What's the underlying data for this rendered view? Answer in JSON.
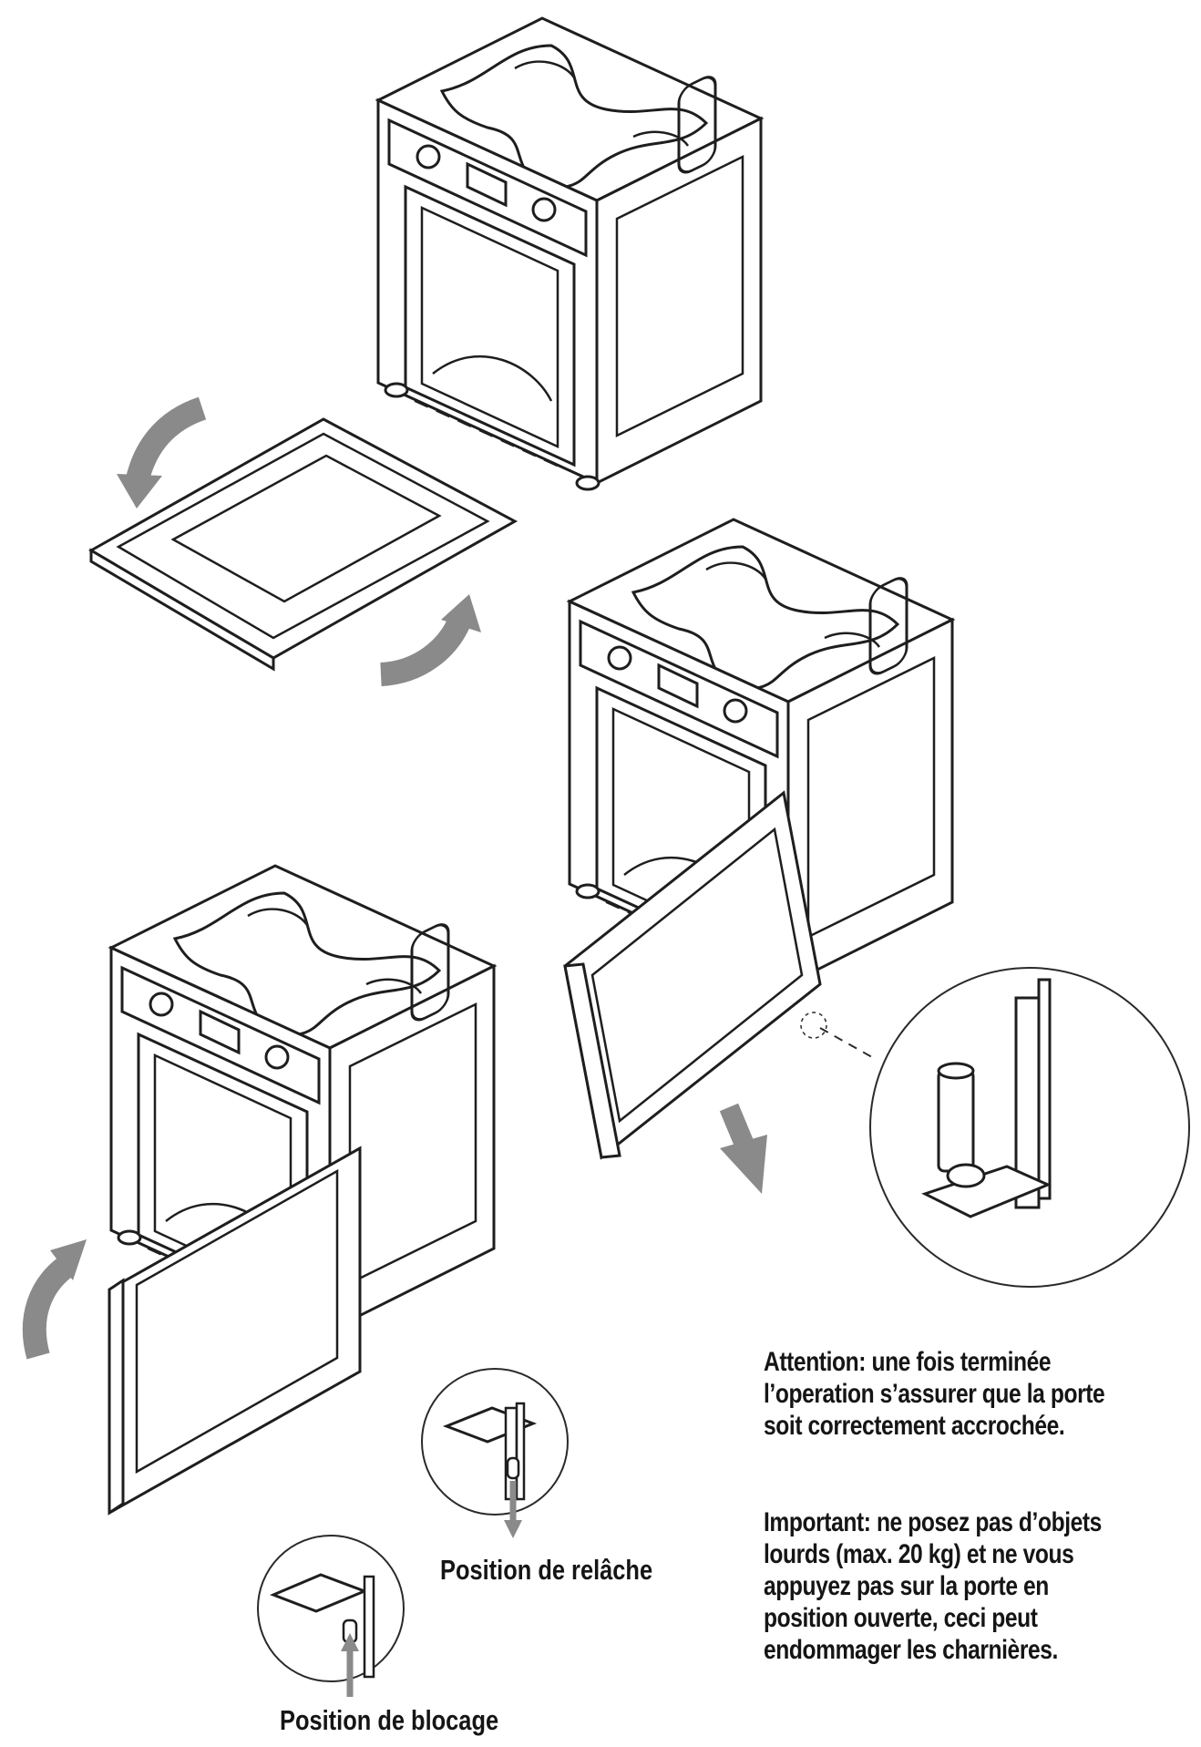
{
  "notes": {
    "attention": {
      "line1": "Attention: une fois terminée",
      "line2": "l’operation s’assurer que la porte",
      "line3": "soit correctement accrochée."
    },
    "important": {
      "line1": "Important: ne posez pas d’objets",
      "line2": "lourds (max. 20 kg) et ne vous",
      "line3": "appuyez pas sur la porte en",
      "line4": "position ouverte, ceci peut",
      "line5": "endommager les charnières."
    }
  },
  "captions": {
    "release": "Position de relâche",
    "lock": "Position de blocage"
  },
  "colors": {
    "line": "#1e1e1e",
    "arrow": "#8a8a8a",
    "paper": "#ffffff"
  }
}
